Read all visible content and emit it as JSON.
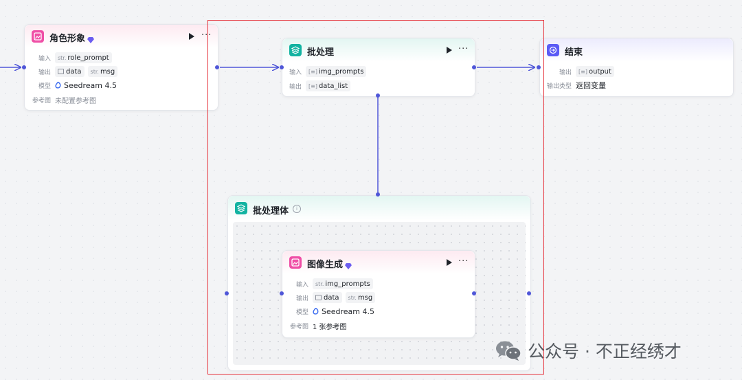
{
  "nodes": {
    "role": {
      "title": "角色形象",
      "input_label": "输入",
      "input_tag_prefix": "str.",
      "input_value": "role_prompt",
      "output_label": "输出",
      "output_value_1": "data",
      "output_tag_prefix": "str.",
      "output_value_2": "msg",
      "model_label": "模型",
      "model_value": "Seedream 4.5",
      "ref_label": "参考图",
      "ref_value": "未配置参考图"
    },
    "batch": {
      "title": "批处理",
      "input_label": "输入",
      "input_value": "img_prompts",
      "output_label": "输出",
      "output_value": "data_list"
    },
    "end": {
      "title": "结束",
      "output_label": "输出",
      "output_value": "output",
      "type_label": "输出类型",
      "type_value": "返回变量"
    },
    "batch_body": {
      "title": "批处理体",
      "info_icon": "i"
    },
    "image_gen": {
      "title": "图像生成",
      "input_label": "输入",
      "input_tag_prefix": "str.",
      "input_value": "img_prompts",
      "output_label": "输出",
      "output_value_1": "data",
      "output_tag_prefix": "str.",
      "output_value_2": "msg",
      "model_label": "模型",
      "model_value": "Seedream 4.5",
      "ref_label": "参考图",
      "ref_value": "1 张参考图"
    }
  },
  "watermark": {
    "text": "公众号 · 不正经绣才"
  },
  "colors": {
    "edge": "#4f56d8",
    "highlight": "#e5323b",
    "pink_icon": "#ef4fa6",
    "teal_icon": "#12b3a1",
    "purple_icon": "#5b5bf5"
  }
}
